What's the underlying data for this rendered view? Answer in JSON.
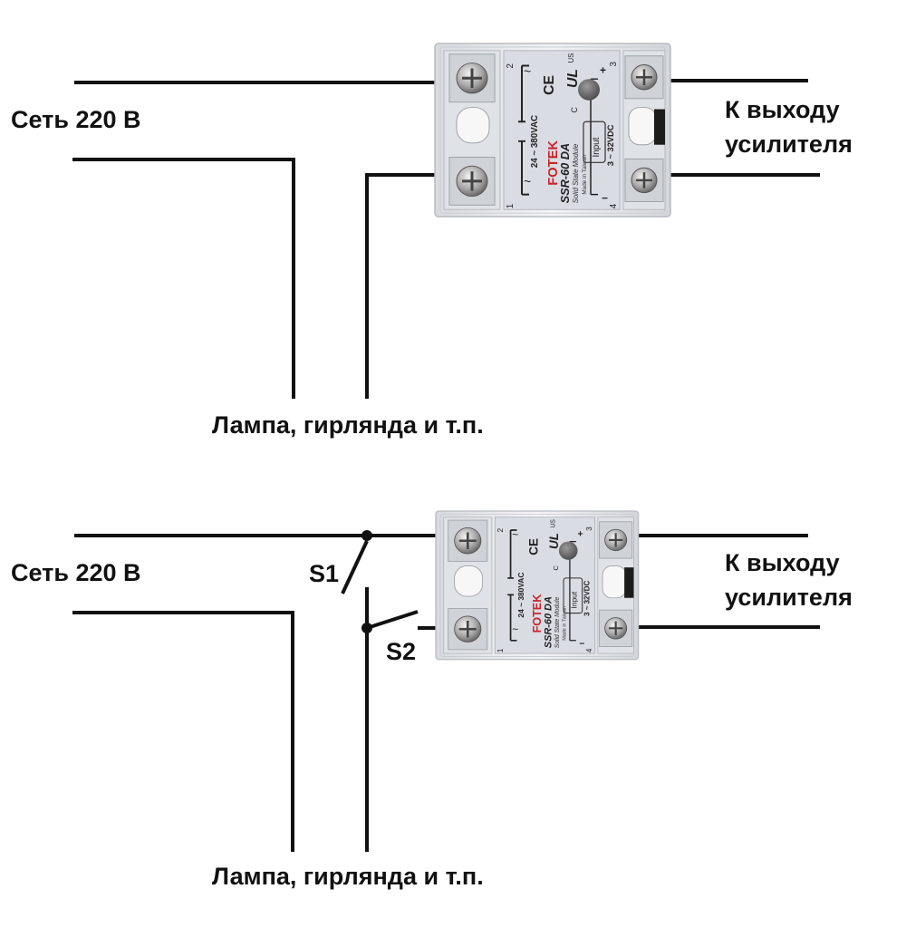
{
  "diagram1": {
    "mains_label": "Сеть 220 В",
    "amp_label_line1": "К выходу",
    "amp_label_line2": "усилителя",
    "load_label": "Лампа, гирлянда и т.п."
  },
  "diagram2": {
    "mains_label": "Сеть 220 В",
    "amp_label_line1": "К выходу",
    "amp_label_line2": "усилителя",
    "load_label": "Лампа, гирлянда и т.п.",
    "switch1_label": "S1",
    "switch2_label": "S2"
  },
  "relay": {
    "brand": "FOTEK",
    "model": "SSR-60 DA",
    "subtitle": "Solid State Module",
    "made_in": "Made in Taiwan",
    "ac_rating": "24 ~ 380VAC",
    "dc_rating": "3 ~ 32VDC",
    "input_label": "Input",
    "ce_mark": "CE",
    "ul_mark": "UL",
    "c_mark": "C",
    "us_mark": "US",
    "term_1": "1",
    "term_2": "2",
    "term_3": "3",
    "term_4": "4",
    "plus": "+",
    "minus": "−",
    "tilde": "~"
  },
  "colors": {
    "wire": "#111111",
    "relay_body": "#e9ebee",
    "relay_panel": "#d9dde3",
    "brand_red": "#c8242b",
    "screw": "#9a9a9a"
  }
}
